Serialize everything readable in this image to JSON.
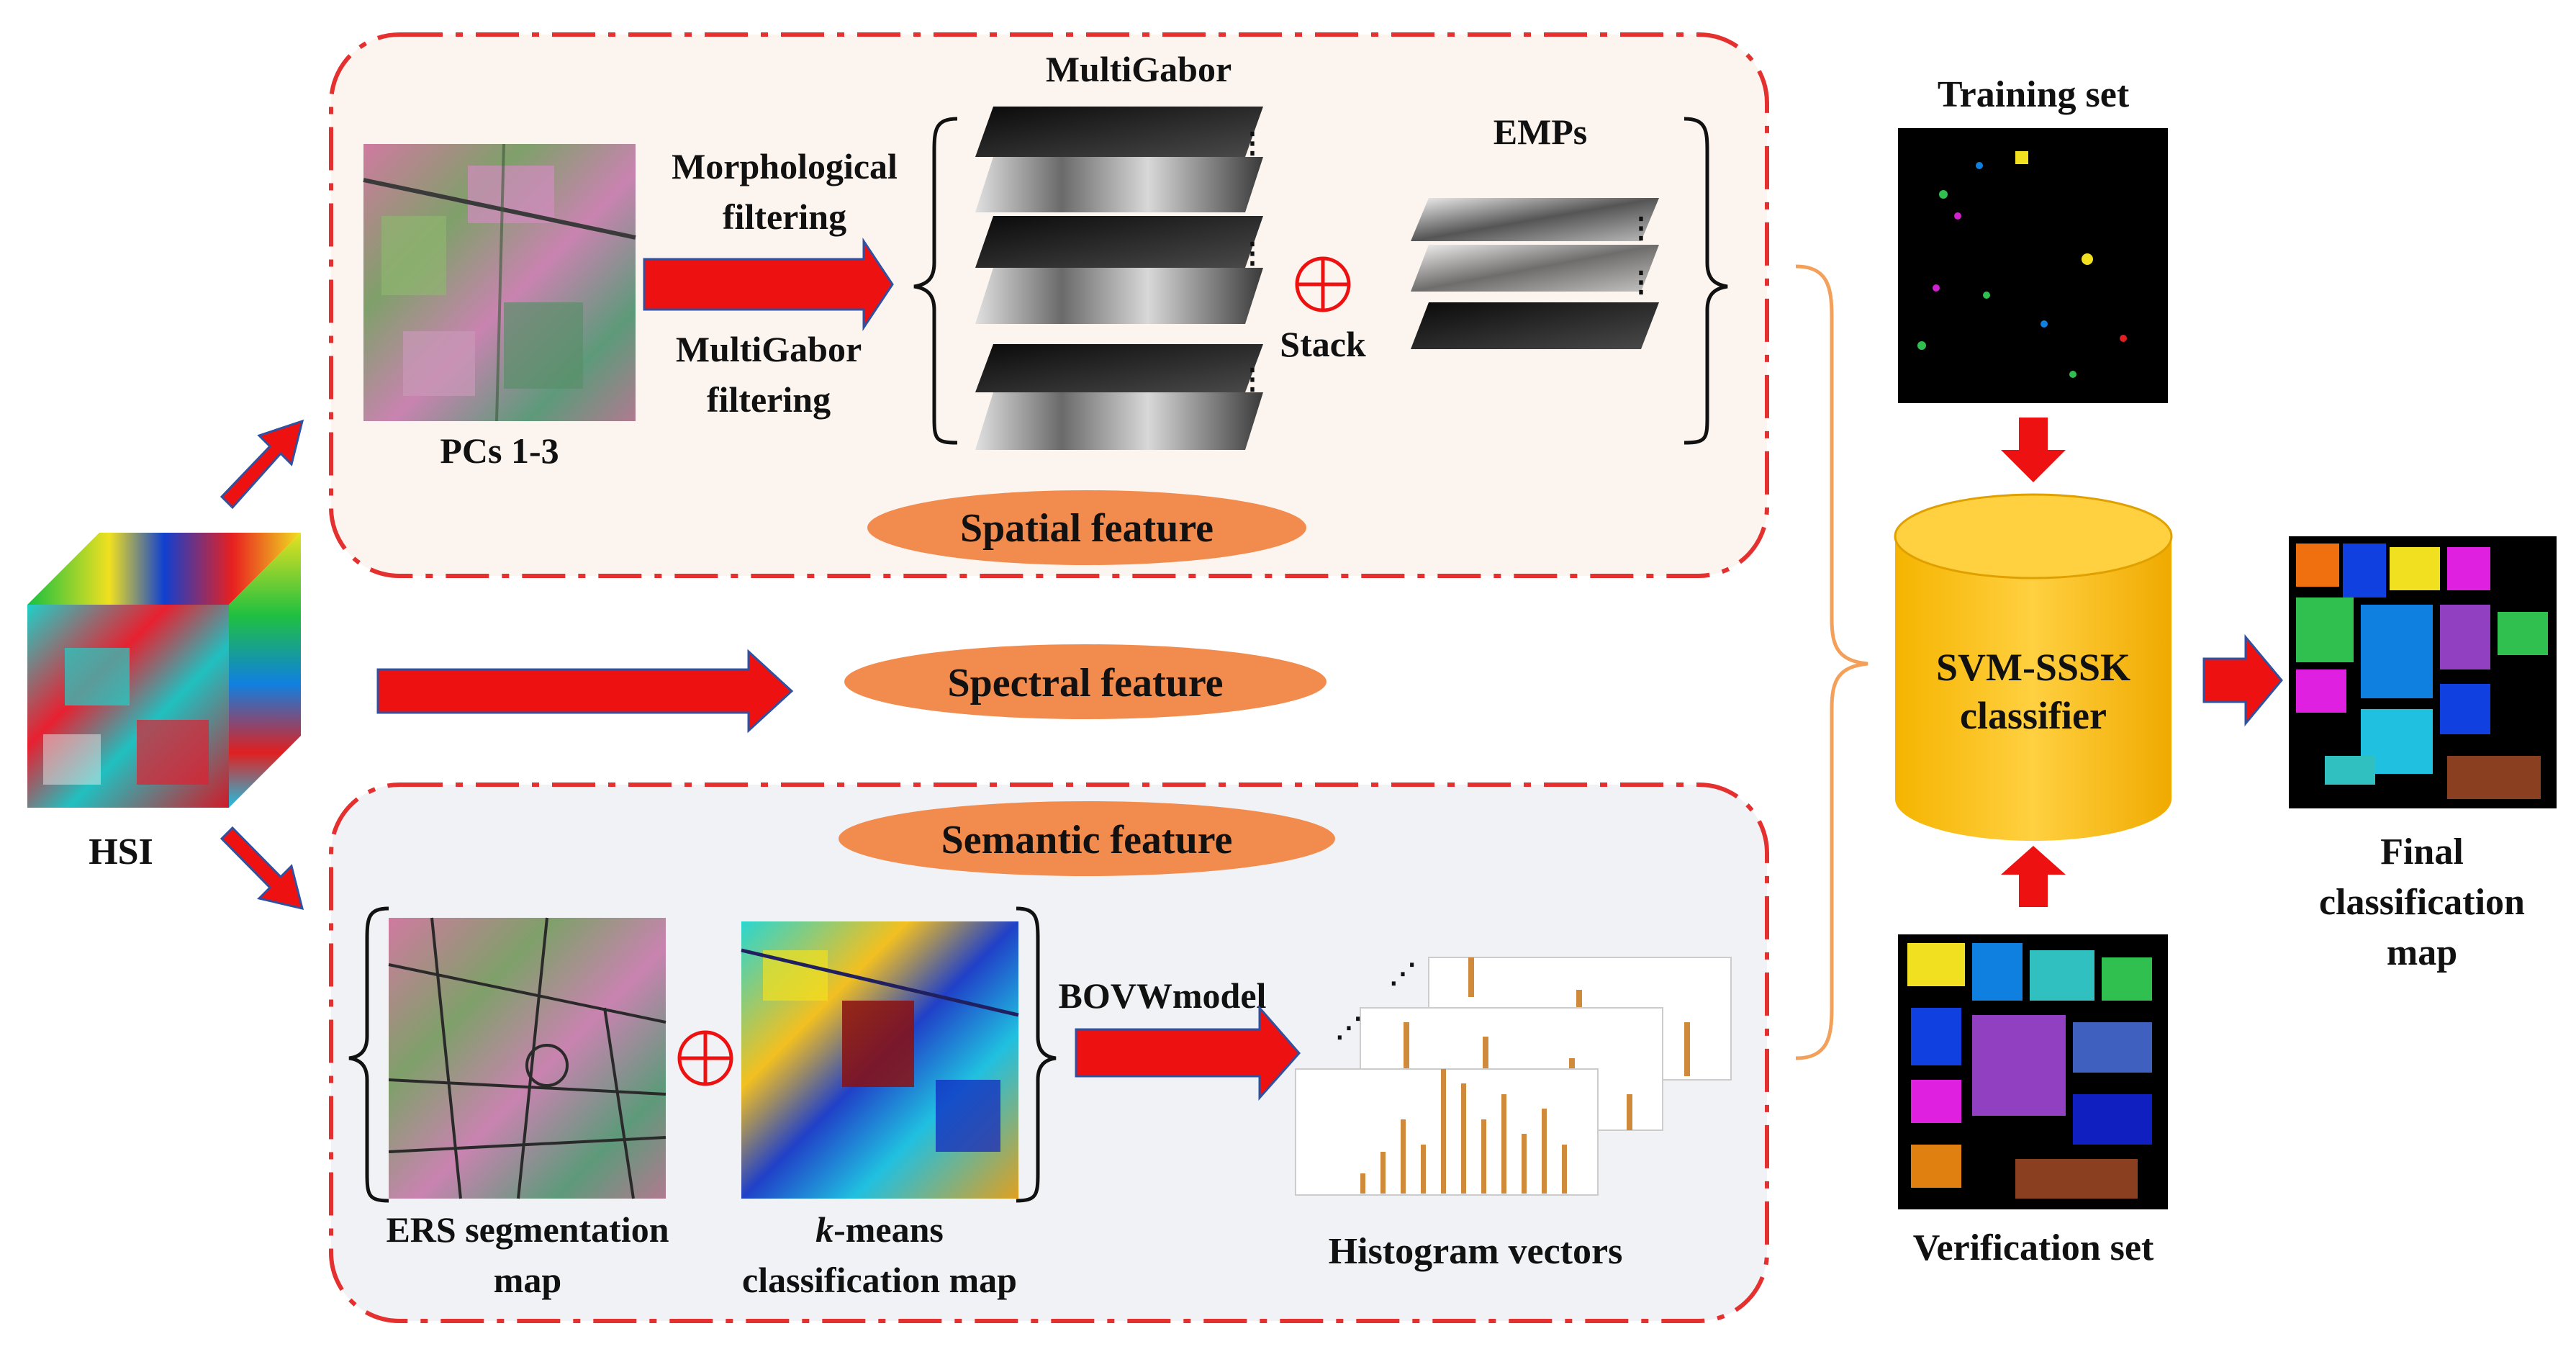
{
  "input": {
    "label": "HSI"
  },
  "spatial": {
    "title": "Spatial feature",
    "input_label": "PCs 1-3",
    "filter_morph_line1": "Morphological",
    "filter_morph_line2": "filtering",
    "filter_gabor_line1": "MultiGabor",
    "filter_gabor_line2": "filtering",
    "multigabor_label": "MultiGabor",
    "emps_label": "EMPs",
    "stack_label": "Stack"
  },
  "spectral": {
    "title": "Spectral feature"
  },
  "semantic": {
    "title": "Semantic feature",
    "ers_line1": "ERS segmentation",
    "ers_line2": "map",
    "kmeans_k": "k",
    "kmeans_line1_rest": "-means",
    "kmeans_line2": "classification map",
    "bovw_label": "BOVWmodel",
    "histogram_label": "Histogram vectors"
  },
  "classifier": {
    "training_label": "Training set",
    "verification_label": "Verification set",
    "name_line1": "SVM-SSSK",
    "name_line2": "classifier"
  },
  "output": {
    "line1": "Final",
    "line2": "classification",
    "line3": "map"
  },
  "colors": {
    "arrow": "#ee1111",
    "dashed_border": "#e53030",
    "feature_pill": "#f28c4e",
    "spatial_panel_bg": "#fcf4ee",
    "semantic_panel_bg": "#f1f2f5",
    "cylinder": "#fbc21a",
    "brace_connector": "#f3a05a",
    "histogram_bar": "#d08a3c"
  }
}
